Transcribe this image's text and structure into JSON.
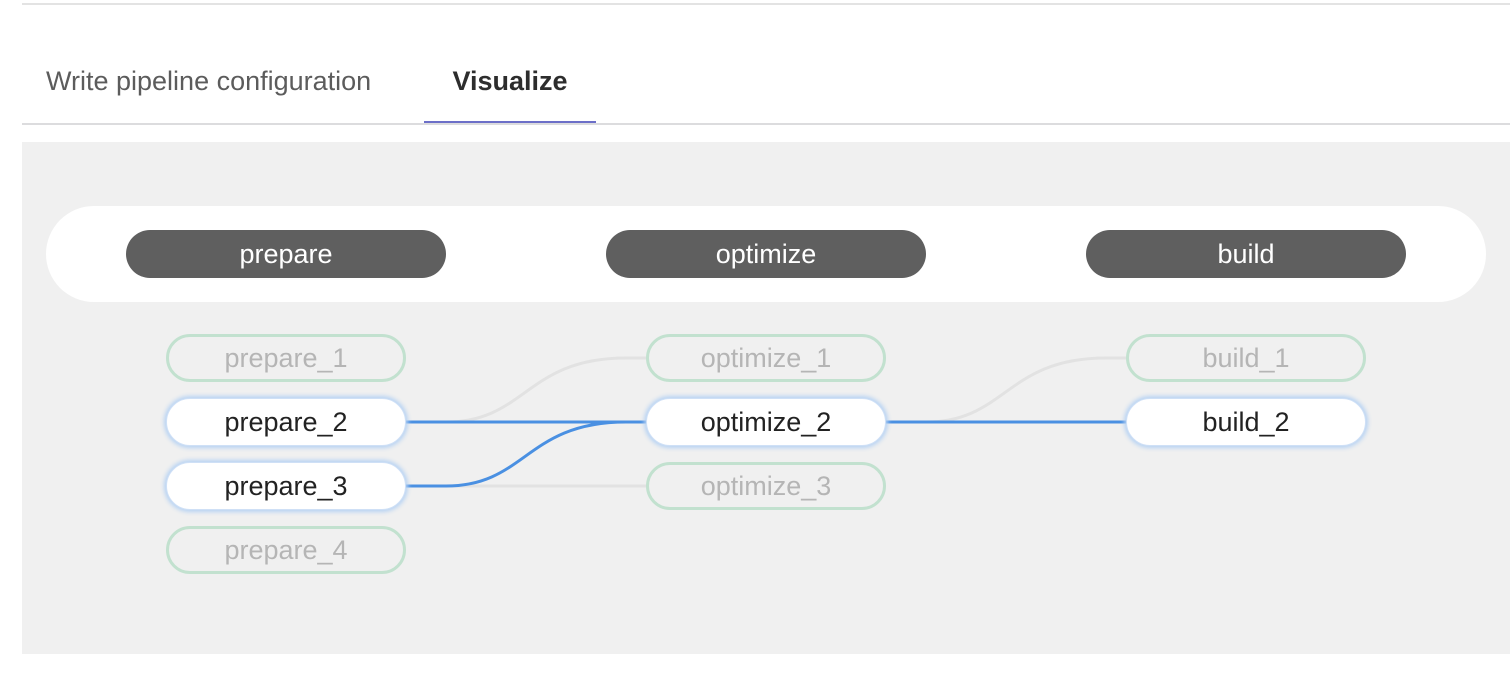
{
  "tabs": [
    {
      "label": "Write pipeline configuration",
      "active": false
    },
    {
      "label": "Visualize",
      "active": true
    }
  ],
  "colors": {
    "active_tab_underline": "#6c6fc8",
    "stage_pill": "#5f5f5f",
    "active_link": "#4a90e2",
    "inactive_link": "#e2e2e2",
    "inactive_job_border": "#c2e1cf"
  },
  "stages": [
    {
      "name": "prepare",
      "jobs": [
        {
          "name": "prepare_1",
          "highlighted": false
        },
        {
          "name": "prepare_2",
          "highlighted": true
        },
        {
          "name": "prepare_3",
          "highlighted": true
        },
        {
          "name": "prepare_4",
          "highlighted": false
        }
      ]
    },
    {
      "name": "optimize",
      "jobs": [
        {
          "name": "optimize_1",
          "highlighted": false
        },
        {
          "name": "optimize_2",
          "highlighted": true
        },
        {
          "name": "optimize_3",
          "highlighted": false
        }
      ]
    },
    {
      "name": "build",
      "jobs": [
        {
          "name": "build_1",
          "highlighted": false
        },
        {
          "name": "build_2",
          "highlighted": true
        }
      ]
    }
  ],
  "links": [
    {
      "from": "prepare_2",
      "to": "optimize_1",
      "highlighted": false
    },
    {
      "from": "prepare_3",
      "to": "optimize_3",
      "highlighted": false
    },
    {
      "from": "optimize_2",
      "to": "build_1",
      "highlighted": false
    },
    {
      "from": "prepare_2",
      "to": "optimize_2",
      "highlighted": true
    },
    {
      "from": "prepare_3",
      "to": "optimize_2",
      "highlighted": true
    },
    {
      "from": "optimize_2",
      "to": "build_2",
      "highlighted": true
    }
  ]
}
